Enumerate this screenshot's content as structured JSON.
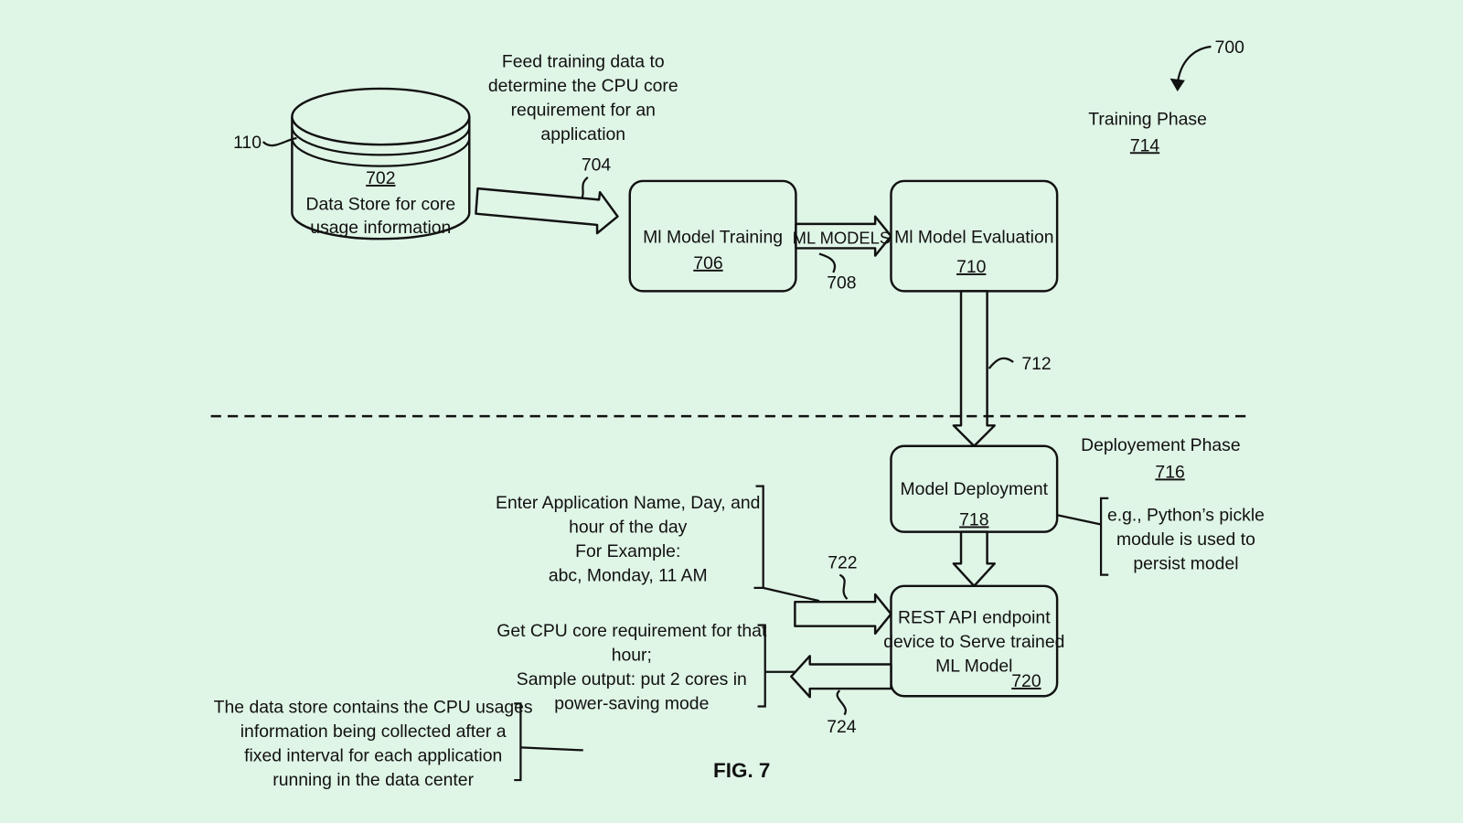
{
  "figure_ref": "700",
  "figure_label": "FIG. 7",
  "training_phase": {
    "label": "Training Phase",
    "ref": "714"
  },
  "deployment_phase": {
    "label": "Deployement Phase",
    "ref": "716"
  },
  "data_store": {
    "ref": "702",
    "line1": "Data Store for core",
    "line2": "usage information",
    "callout": "110"
  },
  "feed_note": [
    "Feed training data to",
    "determine the CPU core",
    "requirement for an",
    "application"
  ],
  "feed_arrow_ref": "704",
  "training_box": {
    "label": "Ml Model Training",
    "ref": "706"
  },
  "models_arrow": {
    "label": "ML MODELS",
    "ref": "708"
  },
  "evaluation_box": {
    "label": "Ml Model Evaluation",
    "ref": "710"
  },
  "eval_arrow_ref": "712",
  "deployment_box": {
    "label": "Model Deployment",
    "ref": "718"
  },
  "pickle_note": [
    "e.g., Python’s pickle",
    "module is used to",
    "persist model"
  ],
  "rest_box": {
    "line1": "REST API endpoint",
    "line2": "device to Serve trained",
    "line3": "ML Model",
    "ref": "720"
  },
  "input_arrow_ref": "722",
  "output_arrow_ref": "724",
  "input_note": [
    "Enter Application Name, Day, and",
    "hour of the day",
    "For Example:",
    "abc, Monday, 11 AM"
  ],
  "output_note": [
    "Get CPU core requirement for that",
    "hour;",
    "Sample output: put 2 cores in",
    "power-saving mode"
  ],
  "store_note": [
    "The data store contains the CPU usages",
    "information being collected after a",
    "fixed interval for each application",
    "running in the data center"
  ]
}
